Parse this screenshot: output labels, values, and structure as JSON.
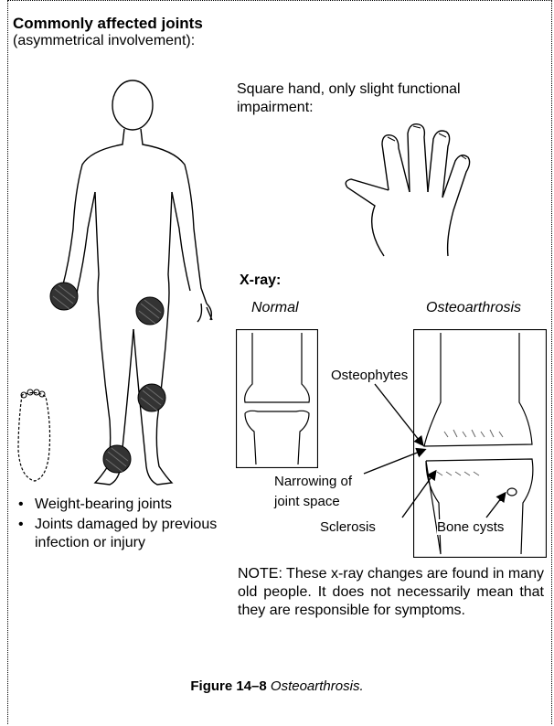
{
  "header": {
    "title": "Commonly affected joints",
    "subtitle": "(asymmetrical involvement):"
  },
  "hand": {
    "caption": "Square hand, only slight functional impairment:"
  },
  "xray": {
    "title": "X-ray:",
    "normal_label": "Normal",
    "oa_label": "Osteoarthrosis",
    "osteophytes": "Osteophytes",
    "narrowing_line1": "Narrowing of",
    "narrowing_line2": "joint space",
    "sclerosis": "Sclerosis",
    "bone_cysts": "Bone cysts"
  },
  "bullets": [
    "Weight-bearing joints",
    "Joints damaged by previous infection or injury"
  ],
  "note": "NOTE: These x-ray changes are found in many old people. It does not necessarily mean that they are responsible for symptoms.",
  "figure": {
    "number": "Figure 14–8",
    "caption": "Osteoarthrosis."
  }
}
